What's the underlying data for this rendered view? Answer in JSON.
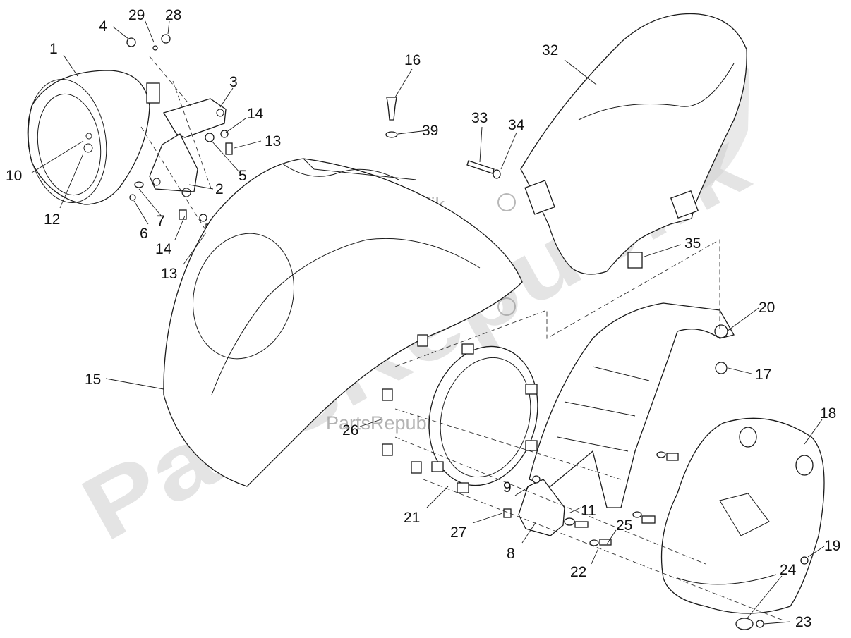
{
  "watermark": {
    "big_text": "PartsRepublik",
    "small_text": "PartsRepublik"
  },
  "callouts": [
    "1",
    "2",
    "3",
    "4",
    "5",
    "6",
    "7",
    "8",
    "9",
    "10",
    "11",
    "12",
    "13",
    "13",
    "14",
    "14",
    "15",
    "16",
    "17",
    "18",
    "19",
    "20",
    "21",
    "22",
    "23",
    "24",
    "25",
    "26",
    "27",
    "28",
    "29",
    "32",
    "33",
    "34",
    "35",
    "39"
  ],
  "colors": {
    "line": "#1a1a1a",
    "watermark": "#cfcfcf"
  }
}
